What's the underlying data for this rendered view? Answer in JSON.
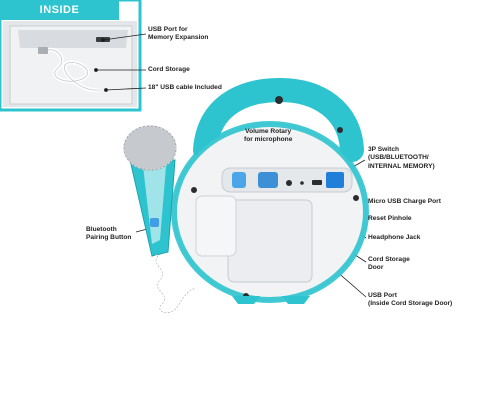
{
  "inset": {
    "tag": "INSIDE"
  },
  "callouts": {
    "usb_port_memory": "USB Port for\nMemory Expansion",
    "cord_storage": "Cord Storage",
    "usb_cable": "18\" USB cable Included",
    "volume_rotary": "Volume Rotary\nfor microphone",
    "switch_3p": "3P Switch\n(USB/BLUETOOTH/\nINTERNAL MEMORY)",
    "micro_usb": "Micro USB Charge Port",
    "reset_pinhole": "Reset Pinhole",
    "headphone_jack": "Headphone Jack",
    "bluetooth_button": "Bluetooth\nPairing Button",
    "cord_storage_door": "Cord Storage\nDoor",
    "usb_port_inside": "USB Port\n(Inside Cord Storage Door)"
  },
  "colors": {
    "accent": "#2ec4cf",
    "body": "#f2f3f4",
    "body_shade": "#dfe2e5",
    "leader": "#1e1e1e",
    "mic_head": "#c6c9cd"
  }
}
